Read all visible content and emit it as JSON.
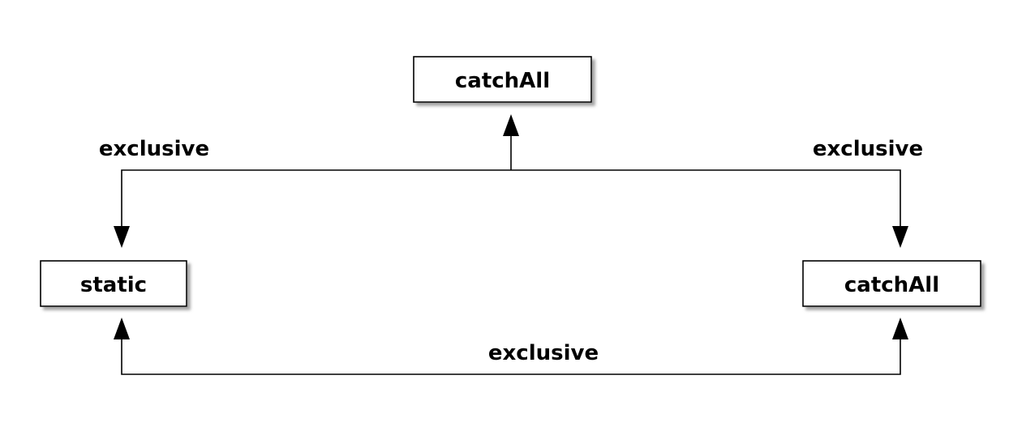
{
  "nodes": {
    "top": {
      "label": "catchAll"
    },
    "left": {
      "label": "static"
    },
    "right": {
      "label": "catchAll"
    }
  },
  "edges": {
    "top_left": {
      "label": "exclusive"
    },
    "top_right": {
      "label": "exclusive"
    },
    "bottom": {
      "label": "exclusive"
    }
  },
  "colors": {
    "stroke": "#000000",
    "box_fill": "#ffffff",
    "shadow": "#9a9a9a",
    "background": "#ffffff"
  }
}
